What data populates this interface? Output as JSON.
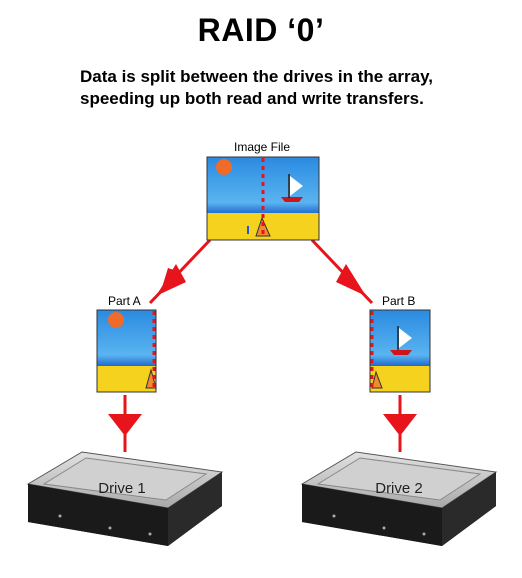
{
  "title": "RAID ‘0’",
  "subtitle_line1": "Data is split between the drives in the array,",
  "subtitle_line2": "speeding up both read and write transfers.",
  "image_file_label": "Image File",
  "part_a_label": "Part A",
  "part_b_label": "Part B",
  "drive1_label": "Drive 1",
  "drive2_label": "Drive 2",
  "colors": {
    "arrow": "#e8141c",
    "sky": "#1e90e6",
    "sand": "#f5d21e",
    "sun": "#f06a2a",
    "split_line": "#e8141c"
  }
}
